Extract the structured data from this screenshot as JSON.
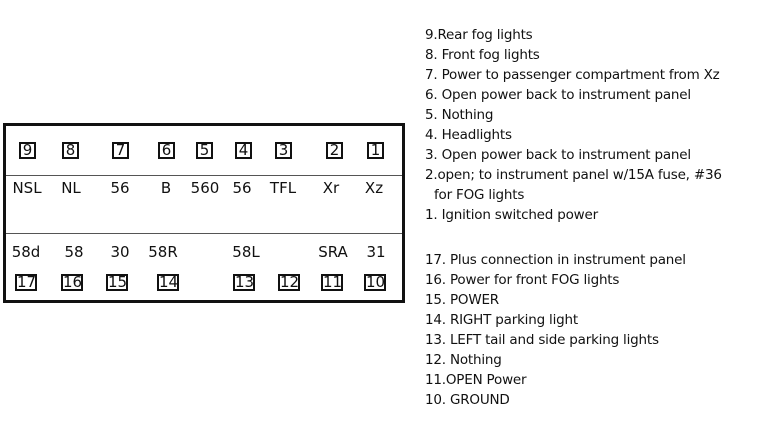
{
  "connector": {
    "top_pins": [
      "9",
      "8",
      "7",
      "6",
      "5",
      "4",
      "3",
      "2",
      "1"
    ],
    "top_terminals": [
      "NSL",
      "NL",
      "56",
      "B",
      "560",
      "56",
      "TFL",
      "Xr",
      "Xz"
    ],
    "bottom_terminals": [
      "58d",
      "58",
      "30",
      "58R",
      "58L",
      "SRA",
      "31"
    ],
    "bottom_pins": [
      "17",
      "16",
      "15",
      "14",
      "13",
      "12",
      "11",
      "10"
    ]
  },
  "legend_top": [
    "9.Rear fog lights",
    "8. Front fog lights",
    "7. Power to passenger compartment from Xz",
    "6. Open power back to instrument panel",
    "5. Nothing",
    "4. Headlights",
    "3. Open power back to instrument panel",
    "2.open; to instrument panel w/15A fuse, #36",
    "for FOG lights",
    "1. Ignition switched power"
  ],
  "legend_bottom": [
    "17. Plus connection in instrument panel",
    "16. Power for front FOG lights",
    "15. POWER",
    "14. RIGHT parking light",
    "13. LEFT tail and side parking lights",
    "12. Nothing",
    "11.OPEN Power",
    "10.  GROUND"
  ]
}
